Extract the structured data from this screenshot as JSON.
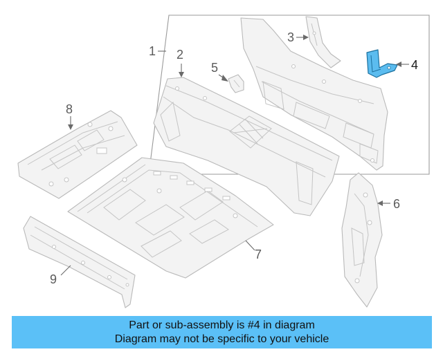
{
  "diagram": {
    "callouts": [
      "1",
      "2",
      "3",
      "4",
      "5",
      "6",
      "7",
      "8",
      "9"
    ],
    "highlighted_part": "4",
    "highlight_color": "#5bbcef",
    "line_color": "#b9b9b9"
  },
  "banner": {
    "line1": "Part or sub-assembly is #4 in diagram",
    "line2": "Diagram may not be specific to your vehicle",
    "background_color": "#5bc0f7"
  }
}
